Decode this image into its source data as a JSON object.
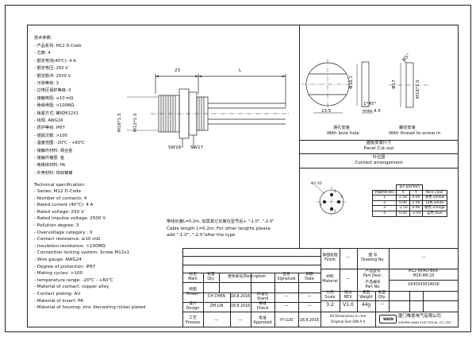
{
  "spec_cn": {
    "title": "技术参数:",
    "lines": [
      "- 产品系列: M12 D-Code",
      "- 芯数: 4",
      "- 额定电流(40℃): 4 A",
      "- 额定电压: 250 V",
      "- 额定脉冲: 2500 V",
      "- 污染等级: 3",
      "- 过电压保护等级: II",
      "- 接触电阻: ≤10 mΩ",
      "- 绝缘电阻: >100MΩ",
      "- 锁紧方式: 螺纹M12X1",
      "- 线规: AWG24",
      "- 防护等级: IP67",
      "- 插拔次数: >100",
      "- 温度范围: -20℃ - +60℃",
      "- 接触件材料: 铜合金",
      "- 接触件镀层: 金",
      "- 绝缘体材料: PA",
      "- 外壳材料: 锌锌镀镍"
    ]
  },
  "spec_en": {
    "title": "Technical specification:",
    "lines": [
      "- Series: M12 D-Code",
      "- Number of contacts: 4",
      "- Rated current (40℃): 4 A",
      "- Rated voltage: 250 V",
      "- Rated impulse voltage: 2500 V",
      "- Pollution degree: 3",
      "- Overvoltage category : II",
      "- Contact resistance: ≤10 mΩ",
      "- Insulation resistance: >100MΩ",
      "- Connection locking system: Screw M12x1",
      "- Wire gauge: AWG24",
      "- Degree of protection: IP67",
      "- Mating cycles: >100",
      "- temperature range: -20℃ - +60℃",
      "- Material of contact: copper alloy",
      "- Contact plating: AU",
      "- Material of Insert: PA",
      "- Material of housing: zinc diecasting nickel plated"
    ]
  },
  "drawing": {
    "dim_23": "23",
    "dim_L": "L",
    "dim_m16": "M16*1.5",
    "dim_m12": "M12*1.0",
    "sw18": "SW18",
    "sw17": "SW17",
    "dim_phi161": "Φ16.1",
    "dim_135": "13.5",
    "dim_chamfer": "1*45°",
    "dim_max45": "max.4.5",
    "dim_45deg": "45°",
    "dim_phi17": "Φ17",
    "dim_m16b": "M16*1.5",
    "bore_cn": "通孔安装",
    "bore_en": "With bore hole",
    "thread_cn": "螺纹安装",
    "thread_en": "With thread to screw in",
    "panel_cn": "面板安装尺寸",
    "panel_en": "Panel Cut-out",
    "contact_cn": "针位图",
    "contact_en": "Contact arrangement",
    "pin_dim": "Φ1.55",
    "pin_nums": [
      "1",
      "2",
      "3",
      "4"
    ]
  },
  "pin_table": {
    "header_top": "pin position",
    "headers": [
      "针脚PIN NO.",
      "X",
      "Y",
      "Wire color"
    ],
    "rows": [
      [
        "1",
        "2.50",
        "0.00",
        "黄色 yellow"
      ],
      [
        "2",
        "0.00",
        "2.50",
        "白色 white"
      ],
      [
        "3",
        "-2.50",
        "0.00",
        "橙色 orange"
      ],
      [
        "4",
        "0.00",
        "-2.50",
        "蓝色 blue"
      ]
    ]
  },
  "cable_note": {
    "cn": "带线长度L=0.2m, 如需其它长度在型号后+ \"-1.0\", \"-2.0\"",
    "en1": "Cable length L=0.2m, For other lengths please",
    "en2": "add \"-1.0\", \"-2.0\"after the type"
  },
  "title_block": {
    "finish_label_cn": "表面处理",
    "finish_label_en": "Finish",
    "finish_val": "—",
    "drawing_no_label_cn": "图 号",
    "drawing_no_label_en": "Drawing No.",
    "drawing_no_val": "—",
    "material_label_cn": "材料",
    "material_label_en": "Material",
    "material_val": "—",
    "desc_label_cn": "产品型号",
    "desc_label_en": "Part Desc.",
    "desc_val1": "M12-M04D-BKR-",
    "desc_val2": "M16-M0.25",
    "partno_label_cn": "产品编号",
    "partno_label_en": "Part No.",
    "partno_val": "1630043014016",
    "scale_label_cn": "比例",
    "scale_label_en": "Scale",
    "scale_val": "3:2",
    "rev_label_cn": "版本",
    "rev_label_en": "REV.",
    "rev_val": "V1.0",
    "weight_label_cn": "重量",
    "weight_label_en": "Weight",
    "weight_val": "44g",
    "qty_label_cn": "数量",
    "qty_label_en": "Qty.",
    "qty_val": "—",
    "mark_cn": "标记",
    "mark_en": "Mark",
    "qty2_cn": "数量",
    "qty2_en": "Qty.",
    "modif_cn": "更改单号/Description",
    "signature_cn": "签名",
    "signature_en": "Signature",
    "date_cn": "日期",
    "date_en": "Date",
    "drawn_cn": "绘图",
    "drawn_en": "Drawn",
    "drawn_name": "CH CHEN",
    "drawn_date": "18.8.2016",
    "std_cn": "标准化",
    "std_en": "Stand",
    "std_val": "—",
    "std_date": "—",
    "design_cn": "设计",
    "design_en": "Design",
    "design_name": "ZM LIN",
    "design_date": "18.8.2016",
    "check_cn": "审核",
    "check_en": "Check",
    "check_val": "—",
    "check_date": "—",
    "process_cn": "工艺",
    "process_en": "Process",
    "process_val": "—",
    "process_date": "—",
    "approved_cn": "批准",
    "approved_en": "Approved",
    "approved_name": "YY LUO",
    "approved_date": "18.8.2016",
    "note1": "All Dimensions in mm",
    "note2": "Original Size DIN A 4",
    "company_cn": "厦门唯恩电气有限公司",
    "company_en": "XIAMEN WAIN ELECTRICAL CO.,LTD",
    "logo": "WAIN"
  },
  "colors": {
    "line": "#222222",
    "paper": "#ffffff"
  }
}
